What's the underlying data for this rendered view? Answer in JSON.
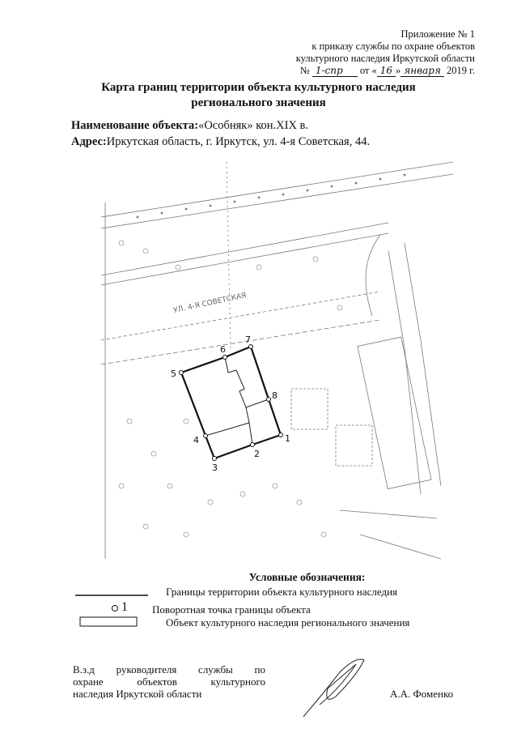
{
  "header": {
    "line1": "Приложение № 1",
    "line2": "к приказу службы по охране объектов",
    "line3": "культурного наследия Иркутской области",
    "number_prefix": "№",
    "number_value": "1-спр",
    "date_prefix": "от «",
    "date_day": "16",
    "date_sep": "»",
    "date_month": "января",
    "date_year": "2019 г."
  },
  "title": {
    "line1": "Карта границ территории объекта культурного наследия",
    "line2": "регионального значения"
  },
  "object": {
    "name_label": "Наименование объекта:",
    "name_value": "«Особняк» кон.XIX в.",
    "address_label": "Адрес:",
    "address_value": "Иркутская область, г. Иркутск, ул. 4-я Советская, 44."
  },
  "map": {
    "street_label": "УЛ. 4-Я СОВЕТСКАЯ",
    "points": [
      "1",
      "2",
      "3",
      "4",
      "5",
      "6",
      "7",
      "8"
    ],
    "boundary_color": "#111111"
  },
  "legend": {
    "title": "Условные обозначения:",
    "items": [
      {
        "symbol": "line",
        "label": "Границы территории объекта культурного наследия"
      },
      {
        "symbol": "circle",
        "symbol_text": "1",
        "label": "Поворотная точка границы объекта"
      },
      {
        "symbol": "rectangle",
        "label": "Объект культурного наследия регионального значения"
      }
    ]
  },
  "signature": {
    "position_line1": "В.з.д руководителя службы по",
    "position_line2": "охране объектов культурного",
    "position_line3": "наследия Иркутской области",
    "name": "А.А. Фоменко"
  }
}
